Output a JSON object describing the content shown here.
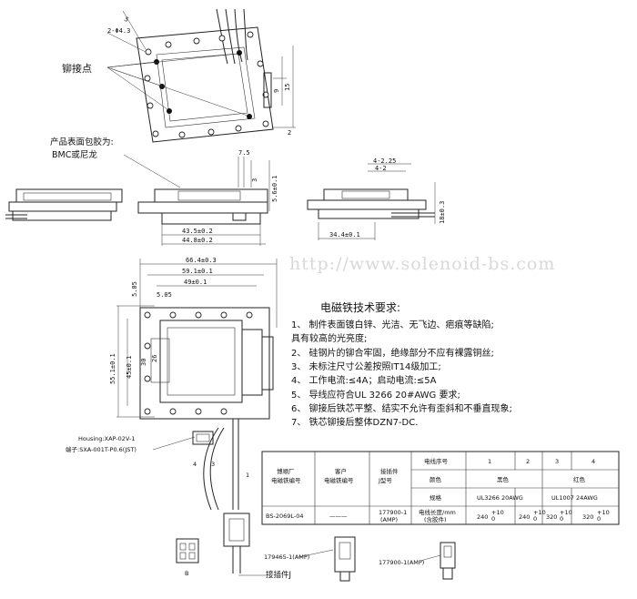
{
  "watermark": "http://www.solenoid-bs.com",
  "labels": {
    "rivet_points": "铆接点",
    "surface_note_line1": "产品表面包胶为:",
    "surface_note_line2": "BMC或尼龙",
    "housing": "Housing:XAP-02V-1",
    "terminal": "端子:SXA-001T-P0.6(JST)",
    "view_b": "B",
    "part_a": "179465-1(AMP)",
    "part_b": "177900-1(AMP)",
    "connector_j": "接插件J",
    "wire_no_1": "4",
    "wire_no_2": "3",
    "wire_no_3": "1"
  },
  "dimensions": {
    "d_hole": "2-Φ4.3",
    "d_5": "5",
    "d_9": "9",
    "d_15": "15",
    "d_2": "2",
    "d_7_5": "7.5",
    "d_3": "3",
    "d_5_6": "5.6±0.1",
    "d_4_2_25": "4-2.25",
    "d_4_2": "4-2",
    "d_18": "18±0.3",
    "d_43_5": "43.5±0.2",
    "d_44_8": "44.8±0.2",
    "d_34_4": "34.4±0.1",
    "d_66_4": "66.4±0.3",
    "d_59_1": "59.1±0.1",
    "d_49": "49±0.1",
    "d_5_05a": "5.05",
    "d_5_05b": "5.05",
    "d_55_1": "55.1±0.1",
    "d_45": "45±0.1",
    "d_30": "30",
    "d_26": "26"
  },
  "tech": {
    "title": "电磁铁技术要求:",
    "items": [
      "1、  制件表面镀白锌、光洁、无飞边、疤痕等缺陷;",
      "       具有较高的光亮度;",
      "2、  硅钢片的铆合牢固，绝缘部分不应有裸露铜丝;",
      "3、  未标注尺寸公差按照IT14级加工;",
      "4、  工作电流:≤4A；启动电流:≤5A",
      "5、  导线应符合UL 3266 20#AWG 要求;",
      "6、  铆接后铁芯平整、结实不允许有歪斜和不垂直现象;",
      "7、  铁芯铆接后整体DZN7-DC."
    ]
  },
  "table": {
    "h_factory": "博顺厂",
    "h_factory2": "电磁铁编号",
    "h_customer": "客户",
    "h_customer2": "电磁铁编号",
    "h_plug": "接插件",
    "h_plug2": "J型号",
    "h_wire_no": "电线序号",
    "h_color": "颜色",
    "h_spec": "规格",
    "h_len": "电线长度/mm",
    "h_len2": "(含胶件)",
    "n1": "1",
    "n2": "2",
    "n3": "3",
    "n4": "4",
    "c_black": "黑色",
    "c_red": "红色",
    "spec_a": "UL3266  20AWG",
    "spec_b": "UL1007  24AWG",
    "part_no": "BS-2069L-04",
    "cust_no": "———",
    "plug_no": "177900-1",
    "plug_no2": "(AMP)",
    "len1": "240",
    "len2": "240",
    "len3": "320",
    "len4": "320",
    "tol": "+10",
    "tol2": "0"
  }
}
